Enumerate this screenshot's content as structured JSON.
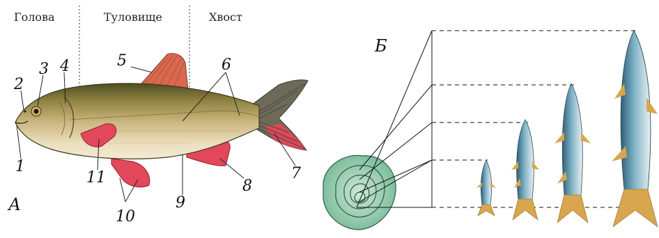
{
  "sections": {
    "head": "Голова",
    "trunk": "Туловище",
    "tail": "Хвост"
  },
  "panels": {
    "a": "А",
    "b": "Б"
  },
  "callouts": [
    "1",
    "2",
    "3",
    "4",
    "5",
    "6",
    "7",
    "8",
    "9",
    "10",
    "11"
  ],
  "colors": {
    "fish_back": "#5b5a2a",
    "fish_body": "#c7b27a",
    "fish_belly": "#f1e6c8",
    "fins_red": "#e2475a",
    "fin_dorsal": "#d9694e",
    "scale_green": "#8fc5a8",
    "herring_back": "#3d6f86",
    "herring_fin": "#d8a64e"
  }
}
